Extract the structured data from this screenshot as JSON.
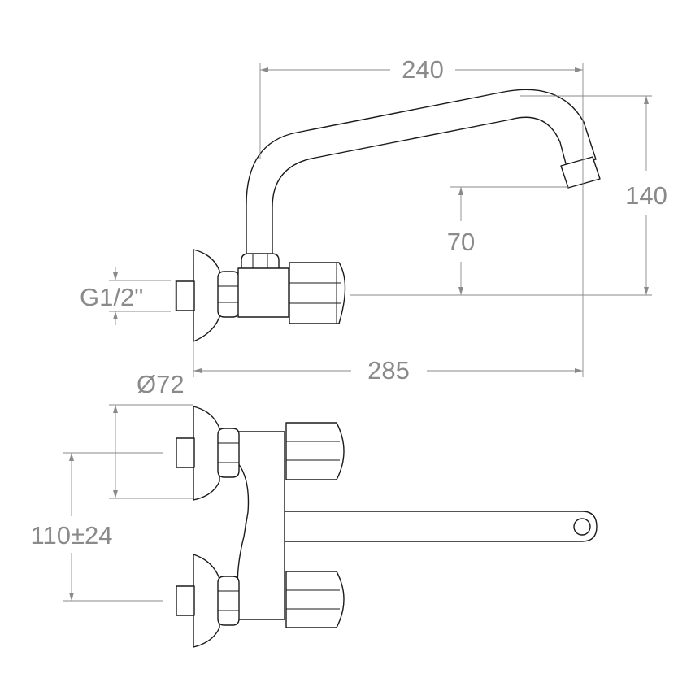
{
  "dimensions": {
    "spout_reach": "240",
    "spout_height": "140",
    "outlet_height": "70",
    "thread": "G1/2\"",
    "total_depth": "285",
    "flange_diameter": "Ø72",
    "inlet_spacing": "110±24"
  },
  "colors": {
    "outline": "#1a1a1a",
    "dimension": "#8a8a8a",
    "background": "#ffffff"
  }
}
